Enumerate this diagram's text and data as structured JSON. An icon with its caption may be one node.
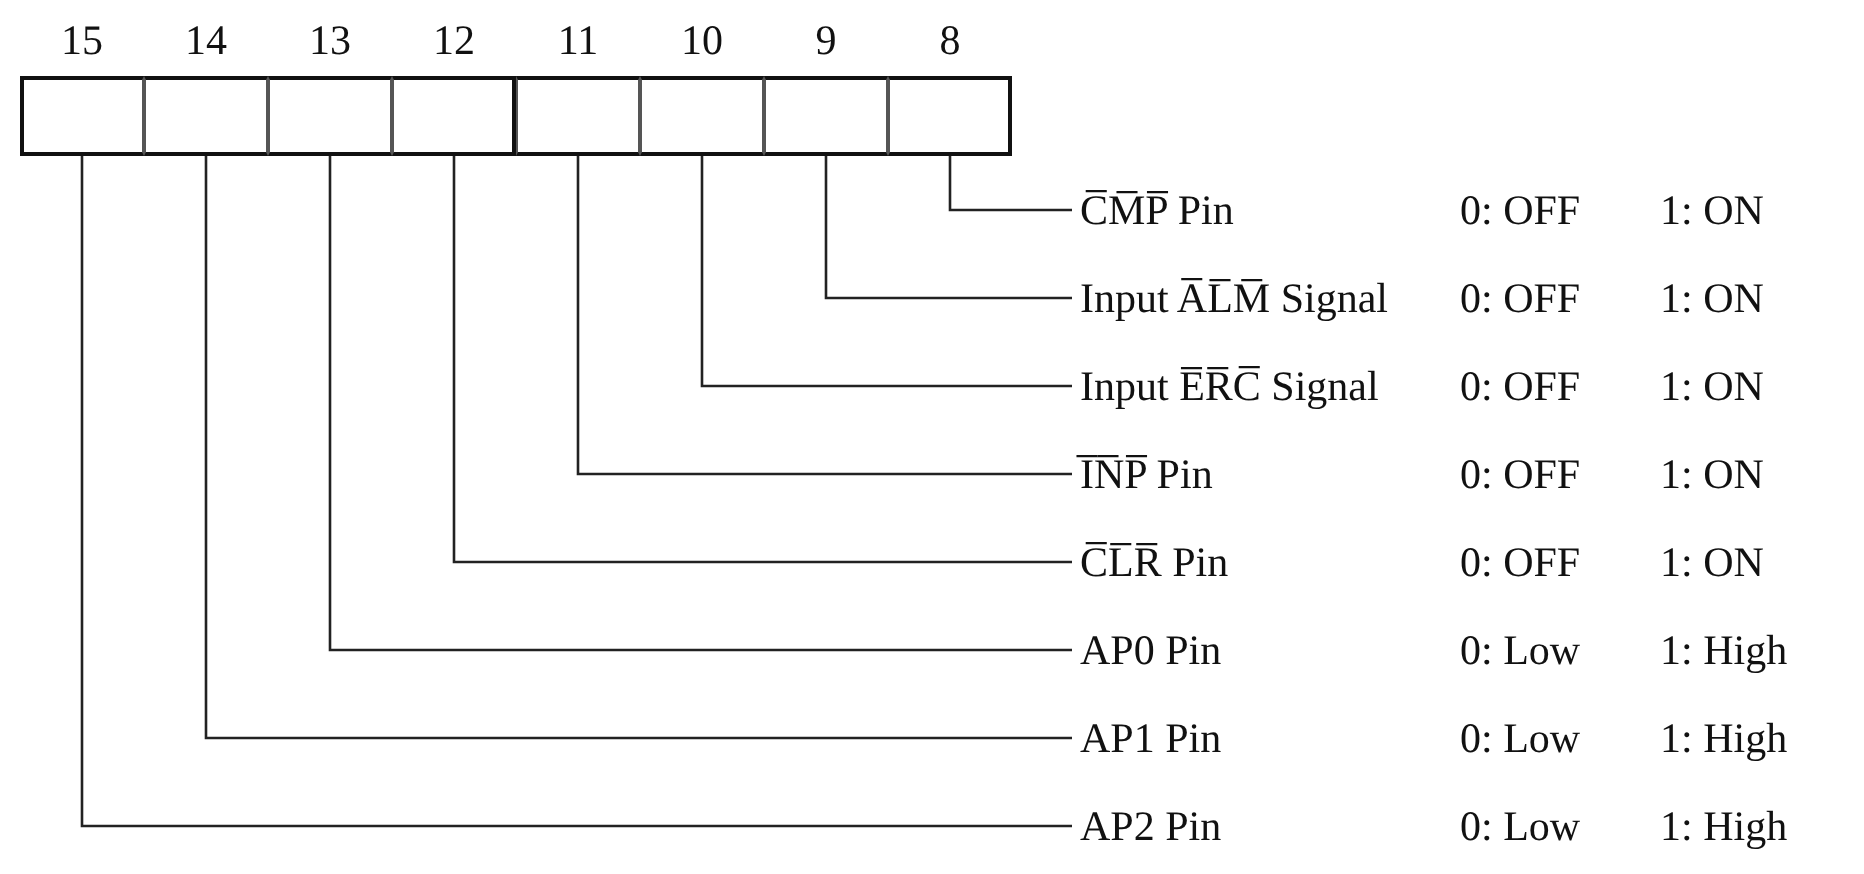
{
  "diagram": {
    "nodes": [
      {
        "text": [
          "15"
        ]
      },
      {
        "text": [
          "14"
        ]
      },
      {
        "text": [
          "13"
        ]
      },
      {
        "text": [
          "12"
        ]
      },
      {
        "text": [
          "11"
        ]
      },
      {
        "text": [
          "10"
        ]
      },
      {
        "text": [
          "9"
        ]
      },
      {
        "text": [
          "8"
        ]
      },
      {
        "text": [
          "C̅M̅P̅ Pin"
        ]
      },
      {
        "text": [
          "Input A̅L̅M̅ Signal"
        ]
      },
      {
        "text": [
          "Input E̅R̅C̅ Signal"
        ]
      },
      {
        "text": [
          "I̅N̅P̅ Pin"
        ]
      },
      {
        "text": [
          "C̅L̅R̅ Pin"
        ]
      },
      {
        "text": [
          "AP0 Pin"
        ]
      },
      {
        "text": [
          "AP1 Pin"
        ]
      },
      {
        "text": [
          "AP2 Pin"
        ]
      }
    ],
    "edges": [
      {
        "from": 8,
        "to": 7,
        "arrow": "none"
      },
      {
        "from": 9,
        "to": 6,
        "arrow": "none"
      },
      {
        "from": 10,
        "to": 5,
        "arrow": "none"
      },
      {
        "from": 11,
        "to": 4,
        "arrow": "none"
      },
      {
        "from": 12,
        "to": 3,
        "arrow": "none"
      },
      {
        "from": 13,
        "to": 2,
        "arrow": "none"
      },
      {
        "from": 14,
        "to": 1,
        "arrow": "none"
      },
      {
        "from": 15,
        "to": 0,
        "arrow": "none"
      }
    ],
    "labels": [
      "0: OFF",
      "1: ON",
      "0: OFF",
      "1: ON",
      "0: OFF",
      "1: ON",
      "0: OFF",
      "1: ON",
      "0: OFF",
      "1: ON",
      "0: Low",
      "1: High",
      "0: Low",
      "1: High",
      "0: Low",
      "1: High"
    ]
  }
}
